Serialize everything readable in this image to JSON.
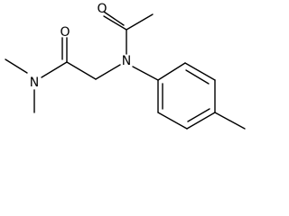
{
  "diagram": {
    "atoms": {
      "n_amide": "N",
      "o_amide": "O",
      "o_acetyl": "O",
      "n_aryl": "N"
    }
  }
}
